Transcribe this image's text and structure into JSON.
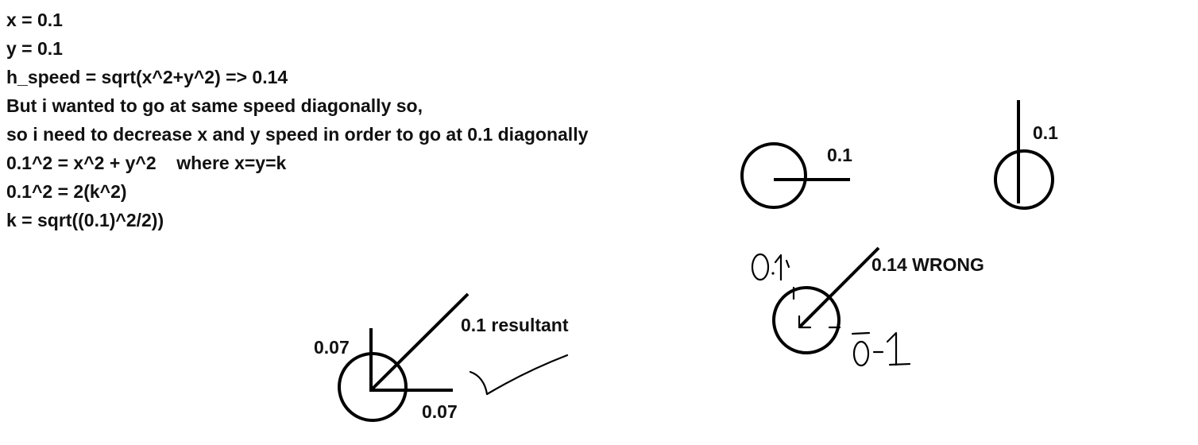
{
  "colors": {
    "background": "#ffffff",
    "ink": "#000000"
  },
  "notes": {
    "lines": [
      "x = 0.1",
      "y = 0.1",
      "h_speed = sqrt(x^2+y^2) => 0.14",
      "But i wanted to go at same speed diagonally so,",
      "so i need to decrease x and y speed in order to go at 0.1 diagonally",
      "0.1^2 = x^2 + y^2    where x=y=k",
      "0.1^2 = 2(k^2)",
      "k = sqrt((0.1)^2/2))"
    ]
  },
  "diagrams": {
    "horizontal": {
      "label": "0.1"
    },
    "vertical": {
      "label": "0.1"
    },
    "wrong": {
      "label": "0.14 WRONG",
      "handwritten_up": "0.1",
      "handwritten_right": "0.1"
    },
    "correct": {
      "vertical_label": "0.07",
      "horizontal_label": "0.07",
      "resultant_label": "0.1 resultant",
      "check_mark": "check-mark-icon"
    }
  }
}
